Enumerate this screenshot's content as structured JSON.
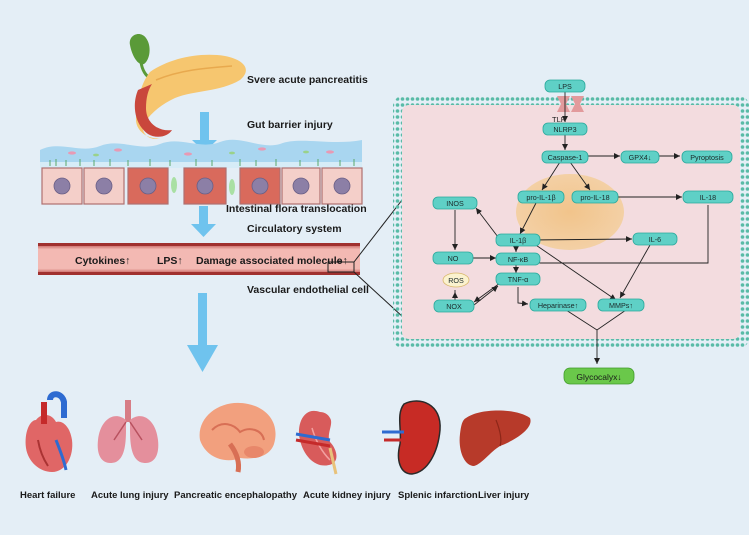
{
  "left": {
    "pancreatitis_label": "Svere acute pancreatitis",
    "gut_label": "Gut barrier injury",
    "flora_label": "Intestinal flora translocation",
    "circulatory_label": "Circulatory system",
    "vessel_items": [
      "Cytokines↑",
      "LPS↑",
      "Damage associated molecule↑"
    ],
    "endothelial_label": "Vascular endothelial cell"
  },
  "pathway": {
    "receptor_label": "TLR",
    "nodes": {
      "lps": "LPS",
      "nlrp3": "NLRP3",
      "caspase1": "Caspase-1",
      "gpx4": "GPX4↓",
      "pyroptosis": "Pyroptosis",
      "pro_il1b": "pro-IL-1β",
      "pro_il18": "pro-IL-18",
      "il18": "IL-18",
      "inos": "INOS",
      "il1b": "IL-1β",
      "il6": "IL-6",
      "no": "NO",
      "nfkb": "NF-κB",
      "ros": "ROS",
      "tnfa": "TNF-α",
      "nox": "NOX",
      "heparinase": "Heparinase↑",
      "mmps": "MMPs↑"
    },
    "outcome": "Glycocalyx↓"
  },
  "organs": [
    {
      "name": "Heart failure",
      "icon": "heart-icon"
    },
    {
      "name": "Acute lung injury",
      "icon": "lungs-icon"
    },
    {
      "name": "Pancreatic encephalopathy",
      "icon": "brain-icon"
    },
    {
      "name": "Acute kidney injury",
      "icon": "kidney-icon"
    },
    {
      "name": "Splenic infarction",
      "icon": "spleen-icon"
    },
    {
      "name": "Liver injury",
      "icon": "liver-icon"
    }
  ],
  "colors": {
    "background": "#e4eef6",
    "node": "#5fd0c6",
    "node_border": "#2aa99c",
    "cell_border": "#53b8a7",
    "cell_interior": "#f3dcdf",
    "nucleus_zone": "#f2c98f",
    "outcome": "#6ac84a",
    "arrow": "#6fc3ee",
    "vessel": "#b8413f"
  }
}
